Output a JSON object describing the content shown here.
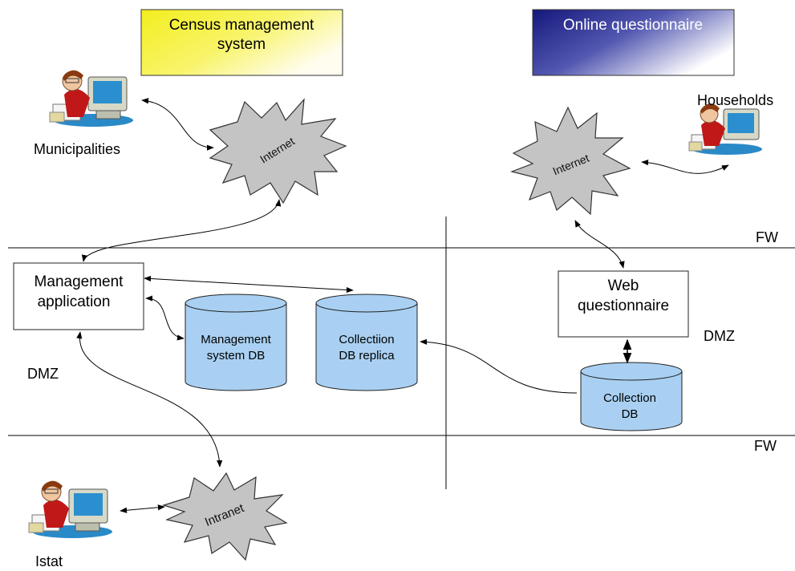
{
  "titles": {
    "census": [
      "Census management",
      "system"
    ],
    "online": "Online questionnaire"
  },
  "actors": {
    "municipalities": "Municipalities",
    "households": "Households",
    "istat": "Istat"
  },
  "clouds": {
    "internet_left": "Internet",
    "internet_right": "Internet",
    "intranet": "Intranet"
  },
  "zones": {
    "fw_top": "FW",
    "fw_bottom": "FW",
    "dmz_left": "DMZ",
    "dmz_right": "DMZ"
  },
  "boxes": {
    "management_application": [
      "Management",
      "application"
    ],
    "web_questionnaire": [
      "Web",
      "questionnaire"
    ]
  },
  "databases": {
    "management_system_db": [
      "Management",
      "system DB"
    ],
    "collection_db_replica": [
      "Collectiion",
      "DB replica"
    ],
    "collection_db": [
      "Collection",
      "DB"
    ]
  },
  "colors": {
    "census_gradient": [
      "#f5f02a",
      "#fffde8"
    ],
    "online_gradient": [
      "#1c1f86",
      "#ffffff"
    ],
    "db_fill": "#a9d0f2",
    "cloud_fill": "#c4c4c4"
  }
}
